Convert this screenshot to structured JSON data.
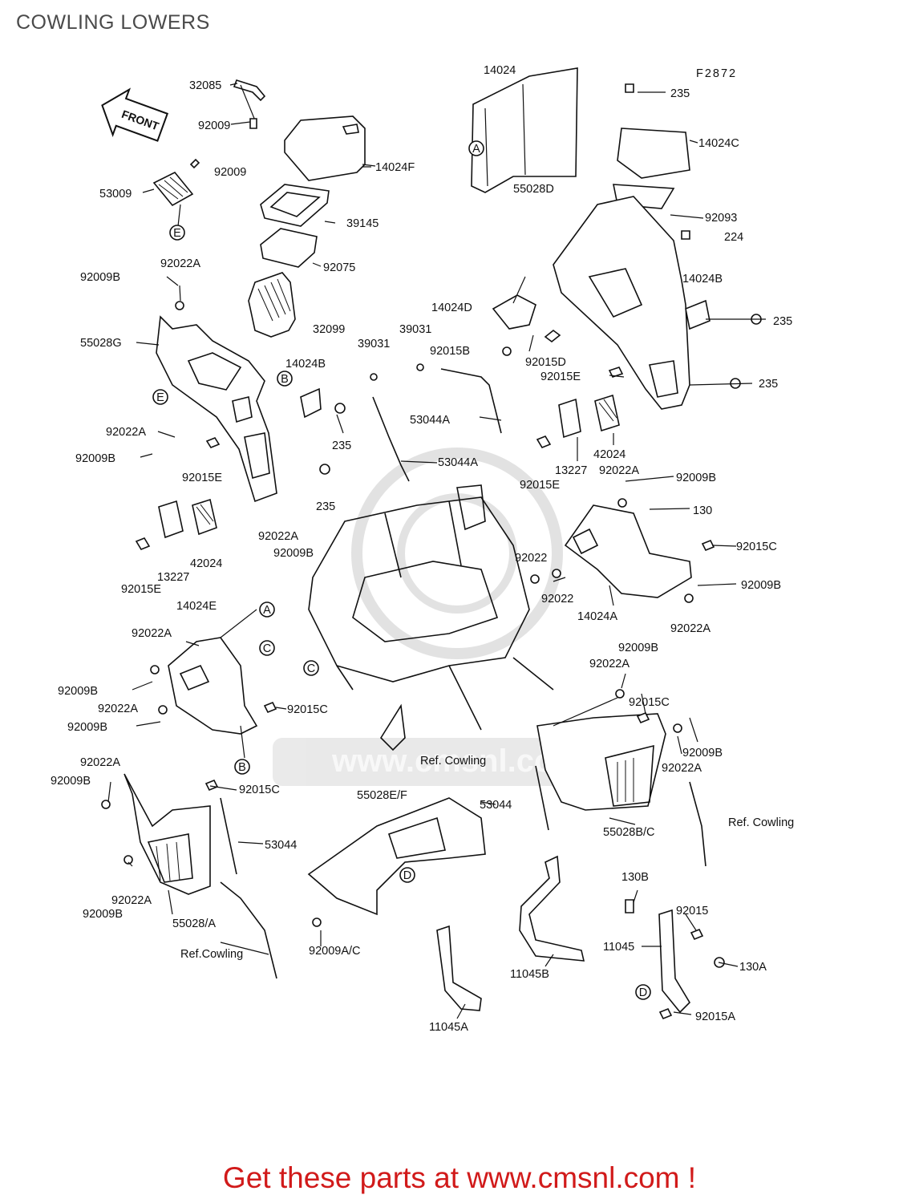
{
  "page": {
    "title": "COWLING LOWERS",
    "footer_link": "Get these parts at www.cmsnl.com !"
  },
  "diagram": {
    "figure_code": "F2872",
    "front_arrow": "FRONT",
    "watermark": "www.cmsnl.com",
    "part_labels": [
      "32085",
      "92009",
      "14024F",
      "92009",
      "53009",
      "39145",
      "92075",
      "92009B",
      "92022A",
      "32099",
      "55028G",
      "39031",
      "39031",
      "92015B",
      "14024D",
      "14024B",
      "92022A",
      "92009B",
      "92015E",
      "235",
      "235",
      "53044A",
      "53044A",
      "14024",
      "235",
      "14024C",
      "55028D",
      "92093",
      "224",
      "14024B",
      "235",
      "92015D",
      "92015E",
      "235",
      "42024",
      "13227",
      "92022A",
      "92009B",
      "92015E",
      "130",
      "92015C",
      "92022",
      "92022",
      "14024A",
      "92009B",
      "92022A",
      "92022A",
      "92009B",
      "13227",
      "42024",
      "92015E",
      "14024E",
      "92022A",
      "92009B",
      "92022A",
      "92009B",
      "92015C",
      "92009B",
      "92022A",
      "92015C",
      "92009B",
      "92022A",
      "92022A",
      "92009B",
      "92015C",
      "53044",
      "92009B",
      "92022A",
      "55028/A",
      "Ref.Cowling",
      "55028E/F",
      "92009A/C",
      "11045A",
      "53044",
      "11045B",
      "Ref. Cowling",
      "55028B/C",
      "Ref. Cowling",
      "130B",
      "92015",
      "11045",
      "130A",
      "92015A"
    ],
    "callouts": [
      "A",
      "A",
      "B",
      "B",
      "C",
      "C",
      "D",
      "D",
      "E",
      "E"
    ]
  }
}
